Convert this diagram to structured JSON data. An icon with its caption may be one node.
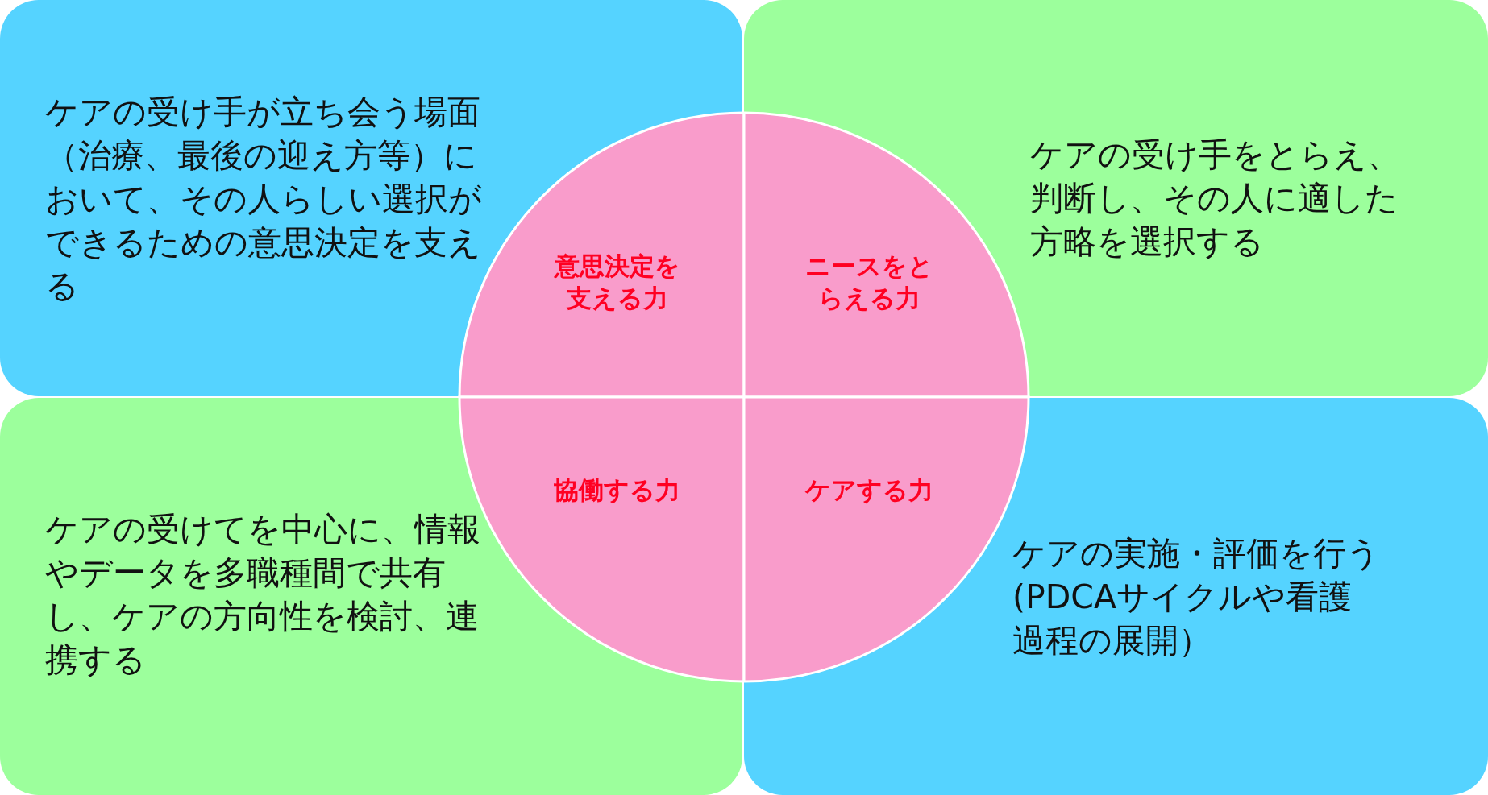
{
  "diagram": {
    "nodes": [
      {
        "text": [
          "ケアの受け手が立ち会う場面（治療、最後の迎え方等）において、その人らしい選択ができるための意思決定を支える"
        ]
      },
      {
        "text": [
          "ケアの受け手をとらえ、判断し、その人に適した方略を選択する"
        ]
      },
      {
        "text": [
          "ケアの受けてを中心に、情報やデータを多職種間で共有し、ケアの方向性を検討、連携する"
        ]
      },
      {
        "text": [
          "ケアの実施・評価を行う(PDCAサイクルや看護過程の展開）"
        ]
      },
      {
        "text": [
          "意思決定を支える力"
        ],
        "in": 0
      },
      {
        "text": [
          "ニースをとらえる力"
        ],
        "in": 1
      },
      {
        "text": [
          "協働する力"
        ],
        "in": 2
      },
      {
        "text": [
          "ケアする力"
        ],
        "in": 3
      }
    ],
    "edges": []
  }
}
